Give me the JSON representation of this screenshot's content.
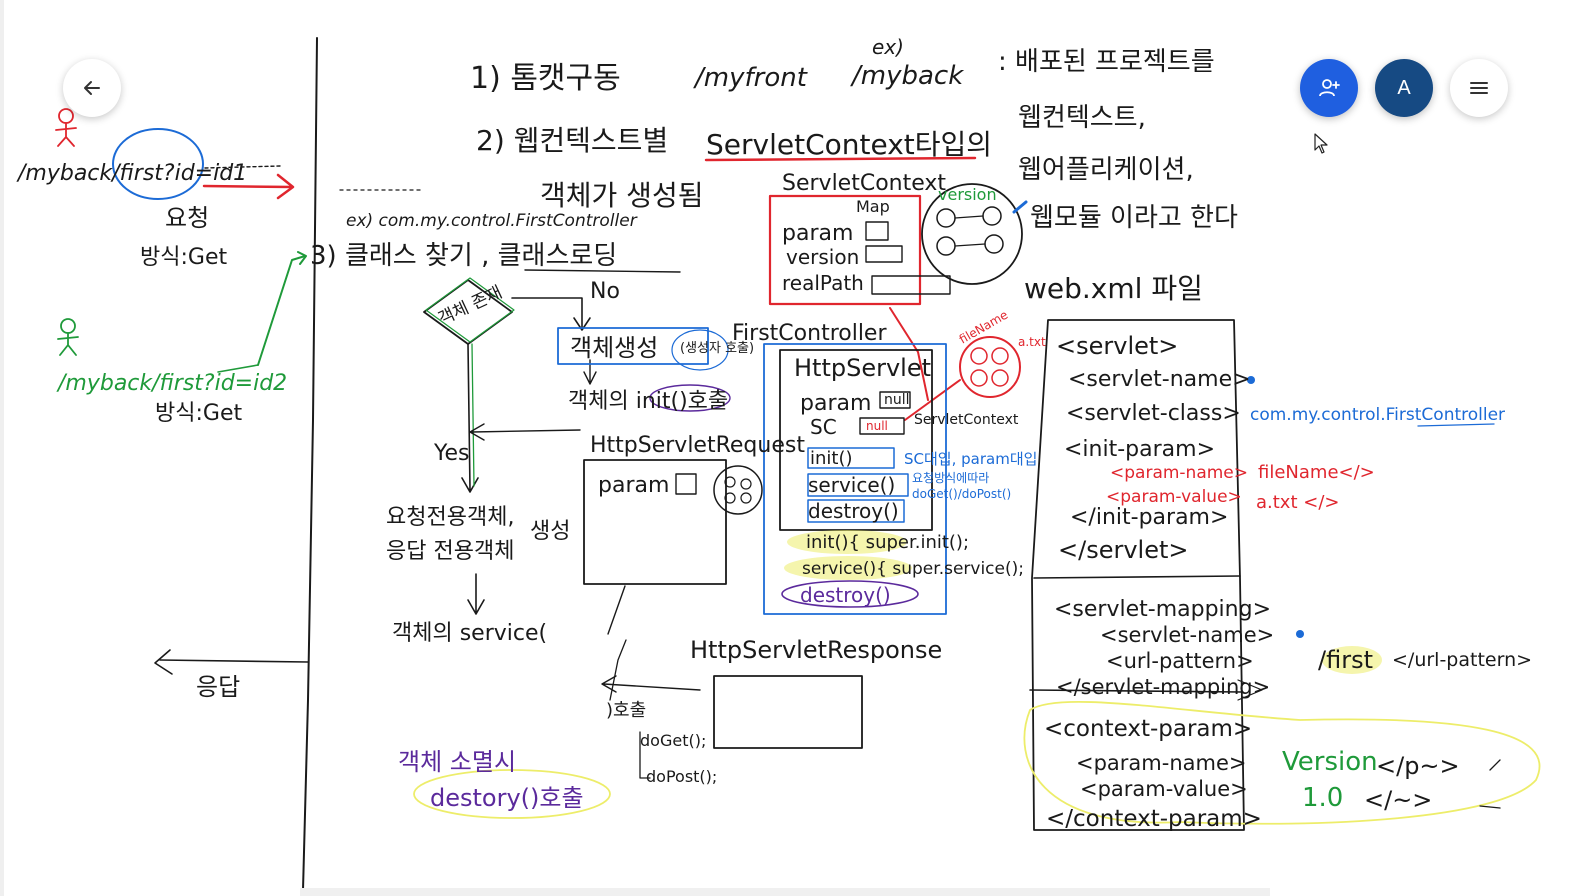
{
  "toolbar": {
    "back_icon": "arrow-left-icon",
    "invite_icon": "add-person-icon",
    "avatar_letter": "A",
    "menu_icon": "hamburger-menu-icon"
  },
  "colors": {
    "ink": "#1a1a1a",
    "red": "#e0262e",
    "blue": "#1c6bd6",
    "green": "#1f9a3a",
    "purple": "#5b2a9c",
    "yellow": "#eded6a",
    "invite_button": "#1f5fe0",
    "avatar_button": "#164a83"
  },
  "left_panel": {
    "url1": "/myback/first?id=id1",
    "request_label": "요청",
    "method1": "방식:Get",
    "url2": "/myback/first?id=id2",
    "method2": "방식:Get",
    "response_label": "응답"
  },
  "top_notes": {
    "step1": "1) 톰캣구동",
    "myfront": "/myfront",
    "ex": "ex)",
    "myback": "/myback",
    "deployed": ": 배포된 프로젝트를",
    "web_context": "웹컨텍스트,",
    "web_application": "웹어플리케이션,",
    "web_module": "웹모듈 이라고 한다",
    "step2": "2) 웹컨텍스트별",
    "servlet_context_type": "ServletContext타입의",
    "object_created": "객체가 생성됨",
    "ex_class": "ex) com.my.control.FirstController",
    "step3": "3) 클래스 찾기 , 클래스로딩",
    "web_xml": "web.xml 파일"
  },
  "flow": {
    "object_exists": "객체 존재",
    "no": "No",
    "yes": "Yes",
    "create_object": "객체생성",
    "create_note": "(생성자 호출)",
    "init_call": "객체의 init()호출",
    "req_res_objects_1": "요청전용객체,",
    "req_res_objects_2": "응답 전용객체",
    "created": "생성",
    "service_call": "객체의 service(",
    "call": ")호출",
    "doget": "doGet();",
    "dopost": "doPost();",
    "destroy_note_1": "객체 소멸시",
    "destroy_note_2": "destory()호출"
  },
  "servlet_context": {
    "title": "ServletContext",
    "map": "Map",
    "param": "param",
    "version": "version",
    "realpath": "realPath",
    "version_tag": "version"
  },
  "first_controller": {
    "title": "FirstController",
    "parent": "HttpServlet",
    "param": "param",
    "null1": "null",
    "sc": "SC",
    "null2": "null",
    "servlet_context": "ServletContext",
    "filename_tag": "fileName",
    "txt_tag": "a.txt",
    "init": "init()",
    "service": "service()",
    "destroy": "destroy()",
    "sc_note": "SC대입, param대입",
    "method_note": "요청방식에따라",
    "method_note2": "doGet()/doPost()",
    "init_override": "init(){ super.init();",
    "service_override": "service(){ super.service();",
    "destroy_override": "destroy()"
  },
  "request_box": {
    "title": "HttpServletRequest",
    "param": "param"
  },
  "response_box": {
    "title": "HttpServletResponse"
  },
  "web_xml": {
    "servlet_open": "<servlet>",
    "servlet_name": "<servlet-name>",
    "servlet_class": "<servlet-class>",
    "class_value": "com.my.control.FirstController",
    "init_param": "<init-param>",
    "param_name": "<param-name>",
    "filename_value": "fileName</>",
    "param_value": "<param-value>",
    "a_txt_value": "a.txt </>",
    "init_param_close": "</init-param>",
    "servlet_close": "</servlet>",
    "mapping_open": "<servlet-mapping>",
    "mapping_name": "<servlet-name>",
    "url_pattern": "<url-pattern>",
    "url_value": "/first",
    "url_close": "</url-pattern>",
    "mapping_close": "</servlet-mapping>",
    "context_param": "<context-param>",
    "ctx_param_name": "<param-name>",
    "version_value": "Version",
    "p_close": "</p~>",
    "ctx_param_value": "<param-value>",
    "one_value": "1.0",
    "l_close": "</~>",
    "context_param_close": "</context-param>"
  }
}
